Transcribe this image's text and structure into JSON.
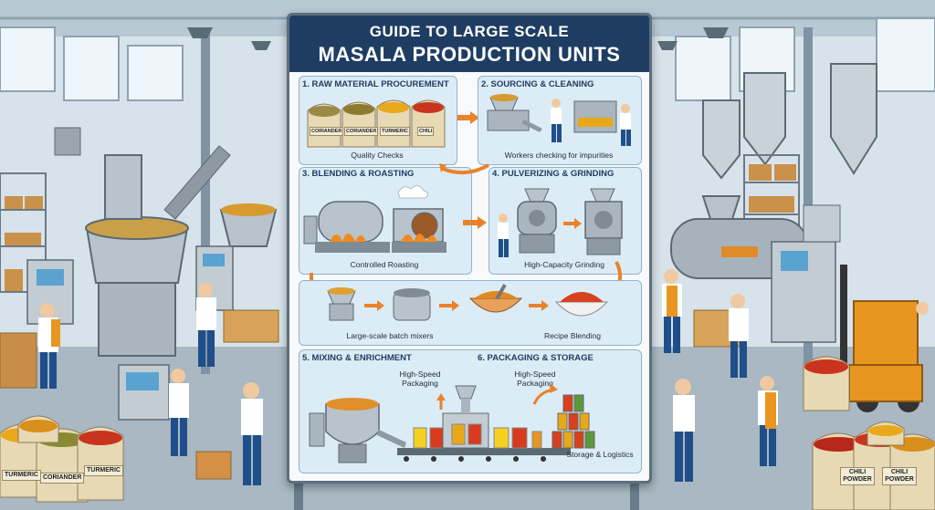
{
  "title": {
    "line1": "GUIDE TO LARGE SCALE",
    "line2": "MASALA PRODUCTION UNITS"
  },
  "steps": [
    {
      "label": "1. RAW MATERIAL PROCUREMENT",
      "caption": "Quality Checks"
    },
    {
      "label": "2. SOURCING & CLEANING",
      "caption": "Workers checking for impurities"
    },
    {
      "label": "3. BLENDING & ROASTING",
      "caption": "Controlled Roasting"
    },
    {
      "label": "4. PULVERIZING & GRINDING",
      "caption": "High-Capacity Grinding"
    },
    {
      "label": "5.  MIXING & ENRICHMENT",
      "caption": "High-Speed Packaging"
    },
    {
      "label": "6. PACKAGING & STORAGE",
      "caption": "High-Speed Packaging"
    }
  ],
  "batch": {
    "caption_left": "Large-scale batch mixers",
    "caption_right": "Recipe Blending"
  },
  "storage_caption": "Storage & Logistics",
  "sack_labels": [
    "CORIANDER",
    "CORIANDER",
    "TURMERIC",
    "CHILI"
  ],
  "background_labels": {
    "turmeric": "TURMERIC",
    "coriander": "CORIANDER",
    "turmeric2": "TURMERIC",
    "chili1": "CHILI POWDER",
    "chili2": "CHILI POWDER"
  },
  "colors": {
    "header": "#1f3d63",
    "panel": "#dcecf6",
    "arrow": "#e9822a",
    "turmeric": "#e8a81a",
    "chili": "#c8341e"
  }
}
